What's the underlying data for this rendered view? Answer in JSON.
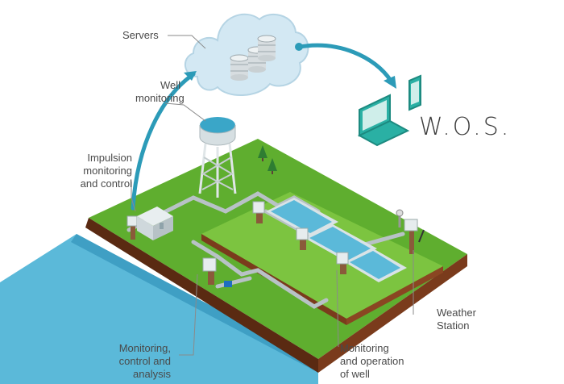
{
  "labels": {
    "servers": "Servers",
    "well_monitoring": "Well\nmonitoring",
    "impulsion": "Impulsion\nmonitoring\nand control",
    "weather": "Weather\nStation",
    "monitoring_control": "Monitoring,\ncontrol and\nanalysis",
    "monitoring_operation": "Monitoring\nand operation\nof well"
  },
  "brand": "W.O.S.",
  "colors": {
    "cloud": "#cfe6f2",
    "arrow": "#2c9bb8",
    "grass": "#5fae2f",
    "grass_light": "#7cc440",
    "soil": "#7a3b1c",
    "water": "#5bb9d9",
    "device": "#2ab0a4"
  },
  "icons": [
    "cloud-icon",
    "database-icon",
    "laptop-icon",
    "phone-icon",
    "water-tower-icon",
    "pump-house-icon",
    "tree-icon",
    "weather-station-icon"
  ]
}
